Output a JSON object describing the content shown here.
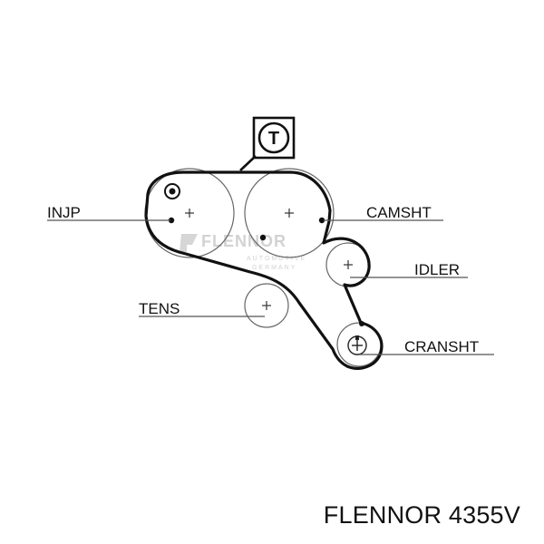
{
  "diagram": {
    "tension_marker": "T",
    "labels": {
      "injection_pump": "INJP",
      "camshaft": "CAMSHT",
      "idler": "IDLER",
      "tensioner": "TENS",
      "crankshaft": "CRANSHT"
    },
    "watermark": {
      "brand": "FLENNOR",
      "tagline_1": "AUTOMOTIVE",
      "tagline_2": "GERMANY"
    }
  },
  "footer": {
    "part_number": "FLENNOR 4355V"
  },
  "colors": {
    "ink": "#111111",
    "thin_line": "#555555",
    "watermark": "#cfcfcf",
    "background": "#ffffff"
  }
}
